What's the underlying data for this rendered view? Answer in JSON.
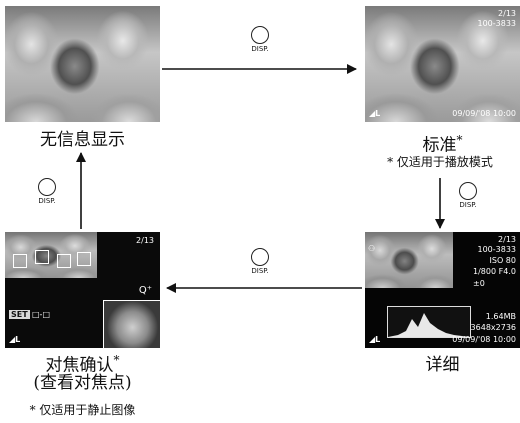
{
  "labels": {
    "no_info": "无信息显示",
    "standard": "标准",
    "standard_star": "*",
    "standard_note": "* 仅适用于播放模式",
    "detailed": "详细",
    "focus_check": "对焦确认",
    "focus_check_star": "*",
    "focus_check_sub": "(查看对焦点)",
    "focus_check_note": "* 仅适用于静止图像"
  },
  "disp_button": {
    "label": "DISP."
  },
  "standard_overlay": {
    "counter": "2/13",
    "file_no": "100-3833",
    "icon": "L-resolution-icon",
    "datetime": "09/09/'08 10:00"
  },
  "detailed_overlay": {
    "counter": "2/13",
    "file_no": "100-3833",
    "mode_line": "ISO 80",
    "shutter": "1/800",
    "aperture": "F4.0",
    "exposure": "±0",
    "file_size": "1.64MB",
    "resolution": "3648x2736",
    "datetime": "09/09/'08 10:00"
  },
  "focus_overlay": {
    "counter": "2/13",
    "set": "SET",
    "magnify_icon": "magnify-icon"
  },
  "colors": {
    "line": "#111111",
    "overlay_text": "#ffffff"
  }
}
